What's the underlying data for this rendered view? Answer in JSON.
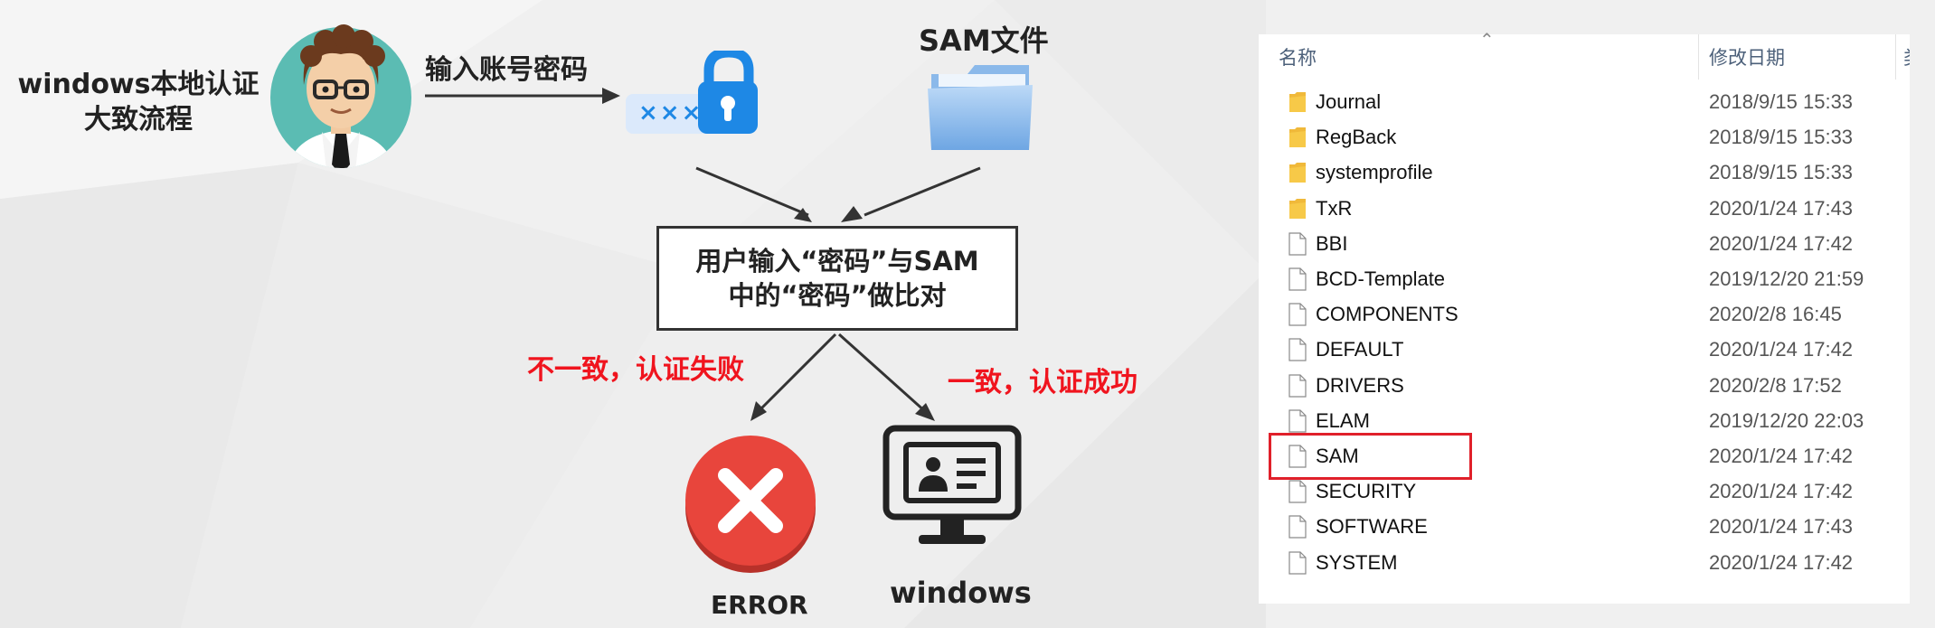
{
  "diagram": {
    "title_line1": "windows本地认证",
    "title_line2": "大致流程",
    "input_label": "输入账号密码",
    "sam_file_label": "SAM文件",
    "compare_line1": "用户输入“密码”与SAM",
    "compare_line2": "中的“密码”做比对",
    "fail_label": "不一致，认证失败",
    "success_label": "一致，认证成功",
    "error_label": "ERROR",
    "windows_label": "windows",
    "password_mask": "×××",
    "colors": {
      "error_red": "#e8453c",
      "label_red": "#f0141e",
      "lock_blue": "#1e88e5",
      "avatar_teal": "#5bbcb3"
    }
  },
  "explorer": {
    "columns": {
      "name": "名称",
      "modified": "修改日期"
    },
    "rows": [
      {
        "name": "Journal",
        "modified": "2018/9/15 15:33",
        "icon": "folder-icon"
      },
      {
        "name": "RegBack",
        "modified": "2018/9/15 15:33",
        "icon": "folder-icon"
      },
      {
        "name": "systemprofile",
        "modified": "2018/9/15 15:33",
        "icon": "folder-icon"
      },
      {
        "name": "TxR",
        "modified": "2020/1/24 17:43",
        "icon": "folder-icon"
      },
      {
        "name": "BBI",
        "modified": "2020/1/24 17:42",
        "icon": "file-icon"
      },
      {
        "name": "BCD-Template",
        "modified": "2019/12/20 21:59",
        "icon": "file-icon"
      },
      {
        "name": "COMPONENTS",
        "modified": "2020/2/8 16:45",
        "icon": "file-icon"
      },
      {
        "name": "DEFAULT",
        "modified": "2020/1/24 17:42",
        "icon": "file-icon"
      },
      {
        "name": "DRIVERS",
        "modified": "2020/2/8 17:52",
        "icon": "file-icon"
      },
      {
        "name": "ELAM",
        "modified": "2019/12/20 22:03",
        "icon": "file-icon"
      },
      {
        "name": "SAM",
        "modified": "2020/1/24 17:42",
        "icon": "file-icon",
        "highlighted": true
      },
      {
        "name": "SECURITY",
        "modified": "2020/1/24 17:42",
        "icon": "file-icon"
      },
      {
        "name": "SOFTWARE",
        "modified": "2020/1/24 17:43",
        "icon": "file-icon"
      },
      {
        "name": "SYSTEM",
        "modified": "2020/1/24 17:42",
        "icon": "file-icon"
      }
    ]
  }
}
